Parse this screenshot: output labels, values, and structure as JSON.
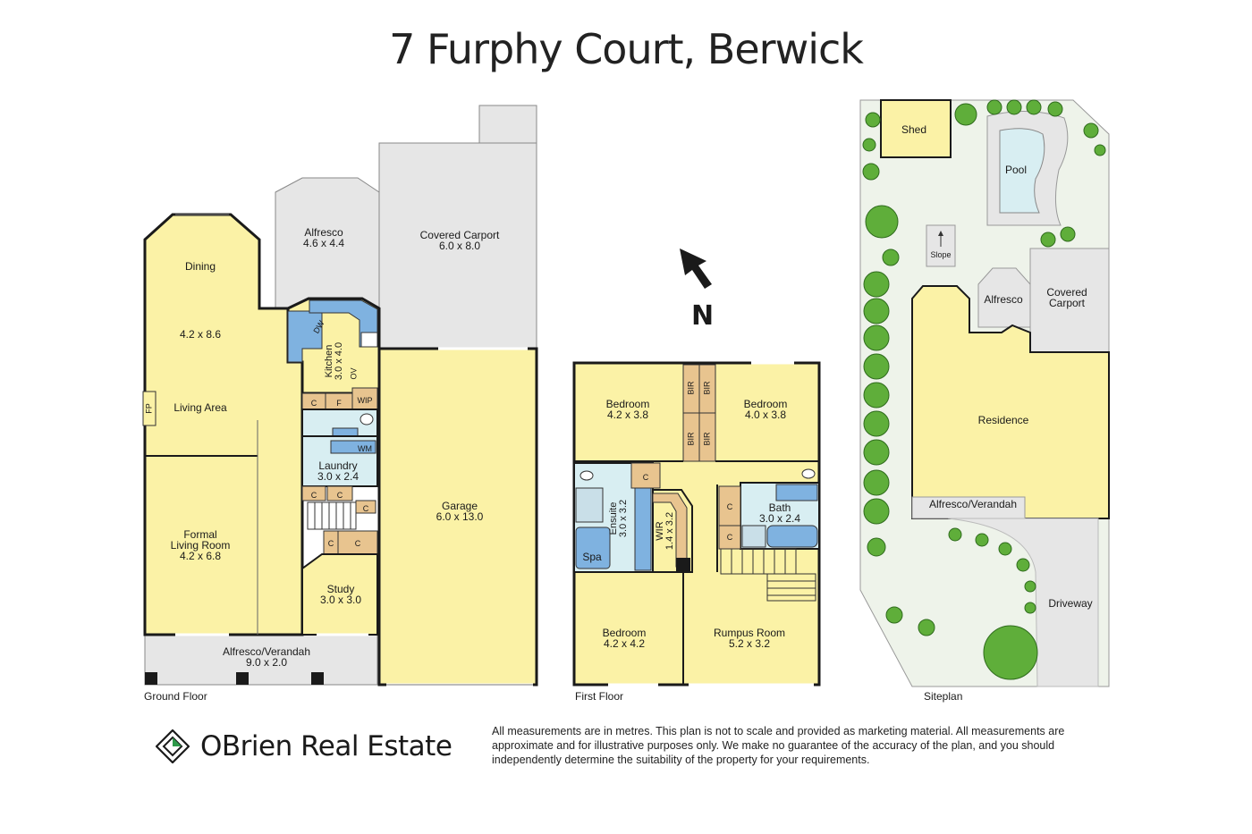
{
  "title": "7 Furphy Court, Berwick",
  "ground_floor": {
    "caption": "Ground Floor",
    "rooms": {
      "alfresco": {
        "name": "Alfresco",
        "size": "4.6 x 4.4"
      },
      "covered_carport": {
        "name": "Covered Carport",
        "size": "6.0 x 8.0"
      },
      "dining": {
        "name": "Dining"
      },
      "living_size": "4.2 x 8.6",
      "living_area": {
        "name": "Living Area"
      },
      "kitchen": {
        "name": "Kitchen",
        "size": "3.0 x 4.0"
      },
      "laundry": {
        "name": "Laundry",
        "size": "3.0 x 2.4"
      },
      "formal": {
        "name_line1": "Formal",
        "name_line2": "Living Room",
        "size": "4.2 x 6.8"
      },
      "study": {
        "name": "Study",
        "size": "3.0 x 3.0"
      },
      "garage": {
        "name": "Garage",
        "size": "6.0 x 13.0"
      },
      "verandah": {
        "name": "Alfresco/Verandah",
        "size": "9.0 x 2.0"
      }
    },
    "tags": {
      "dw": "DW",
      "ov": "OV",
      "fp": "FP",
      "c": "C",
      "f": "F",
      "wip": "WIP",
      "wm": "WM"
    }
  },
  "first_floor": {
    "caption": "First Floor",
    "rooms": {
      "bed1": {
        "name": "Bedroom",
        "size": "4.2 x 3.8"
      },
      "bed2": {
        "name": "Bedroom",
        "size": "4.0 x 3.8"
      },
      "ensuite": {
        "name": "Ensuite",
        "size": "3.0 x 3.2"
      },
      "wir": {
        "name": "WIR",
        "size": "1.4 x 3.2"
      },
      "spa": {
        "name": "Spa"
      },
      "bath": {
        "name": "Bath",
        "size": "3.0 x 2.4"
      },
      "bed3": {
        "name": "Bedroom",
        "size": "4.2 x 4.2"
      },
      "rumpus": {
        "name": "Rumpus Room",
        "size": "5.2 x 3.2"
      }
    },
    "tags": {
      "bir": "BIR",
      "c": "C"
    }
  },
  "north_label": "N",
  "siteplan": {
    "caption": "Siteplan",
    "labels": {
      "shed": "Shed",
      "pool": "Pool",
      "slope": "Slope",
      "alfresco": "Alfresco",
      "carport_line1": "Covered",
      "carport_line2": "Carport",
      "residence": "Residence",
      "verandah": "Alfresco/Verandah",
      "driveway": "Driveway"
    }
  },
  "brand": {
    "name": "OBrien Real Estate"
  },
  "disclaimer": "All measurements are in metres. This plan is not to scale and provided as marketing material. All measurements are approximate and for illustrative purposes only. We make no guarantee of the accuracy of the plan, and you should independently determine the suitability of the property for your requirements.",
  "colors": {
    "room": "#fbf2a6",
    "wet": "#d8eef2",
    "blue_fixture": "#7fb2e0",
    "cupboard": "#e8c48f",
    "outdoor": "#e6e6e6",
    "lawn": "#eef3ea",
    "tree": "#5fae3a",
    "wall": "#1a1a1a"
  }
}
